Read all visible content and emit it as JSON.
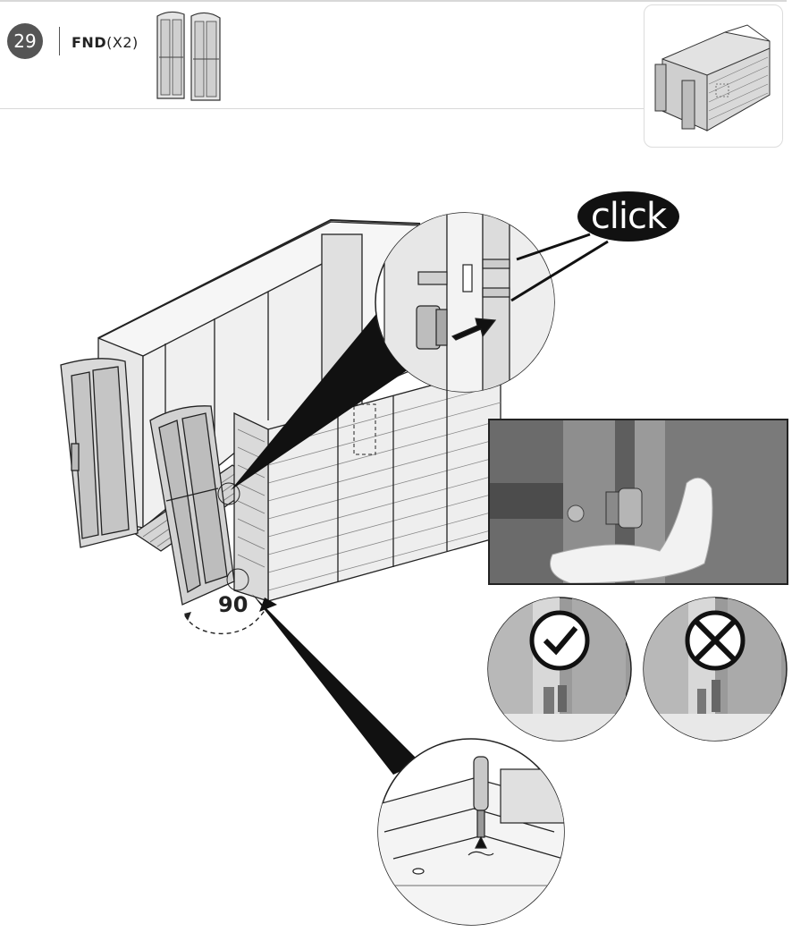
{
  "header": {
    "step_number": "29",
    "part_code": "FND",
    "part_qty": "(X2)"
  },
  "callouts": {
    "click_text": "click",
    "angle_text": "90"
  },
  "icons": {
    "correct": "check-circle-icon",
    "incorrect": "cross-circle-icon"
  },
  "colors": {
    "badge": "#555555",
    "click_bubble": "#111111"
  }
}
